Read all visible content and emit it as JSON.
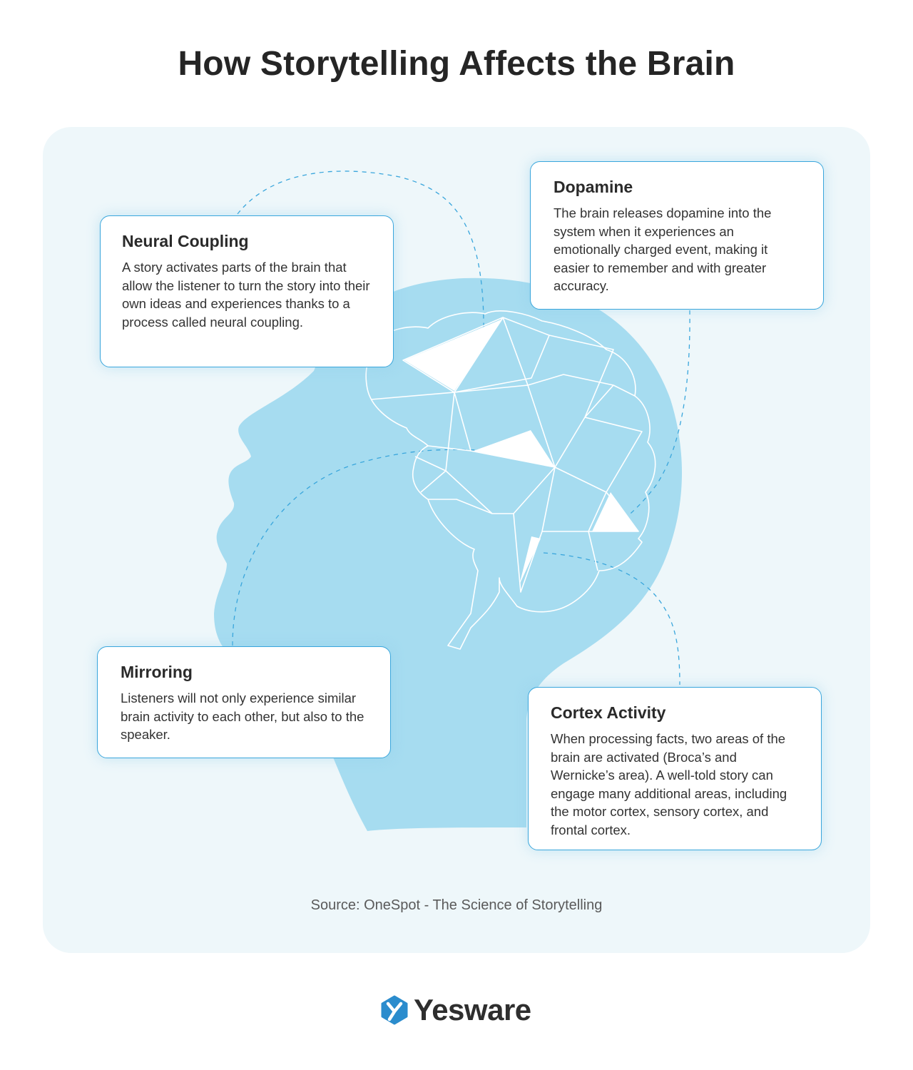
{
  "title": "How Storytelling Affects the Brain",
  "cards": [
    {
      "id": "neural-coupling",
      "heading": "Neural Coupling",
      "body": "A story activates parts of the brain that allow the listener to turn the story into their own ideas and experiences thanks to a process called neural coupling."
    },
    {
      "id": "dopamine",
      "heading": "Dopamine",
      "body": "The brain releases dopamine into the system when it experiences an emotionally charged event, making it easier to remember and with greater accuracy."
    },
    {
      "id": "mirroring",
      "heading": "Mirroring",
      "body": "Listeners will not only experience similar brain activity to each other, but also to the speaker."
    },
    {
      "id": "cortex-activity",
      "heading": "Cortex Activity",
      "body": "When processing facts, two areas of the brain are activated (Broca’s and Wernicke’s area). A well-told story can engage many additional areas, including the motor cortex, sensory cortex, and frontal cortex."
    }
  ],
  "source": "Source: OneSpot - The Science of Storytelling",
  "logo": {
    "text": "Yesware",
    "icon": "yesware-y-icon"
  },
  "colors": {
    "panel": "#eef7fa",
    "head": "#a6dcf0",
    "accent": "#3aa6dc",
    "logo_blue": "#2b8ccd",
    "text": "#2b2b2b"
  }
}
